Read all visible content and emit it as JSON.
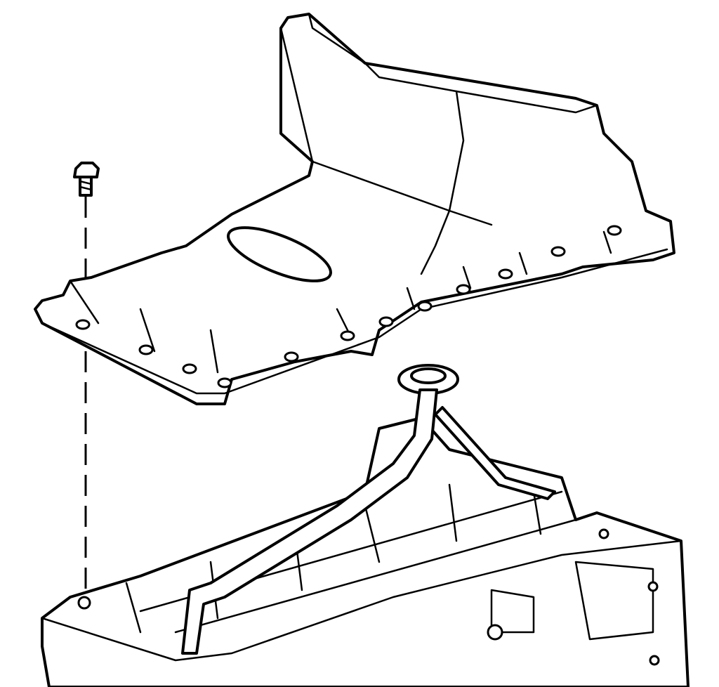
{
  "diagram": {
    "colors": {
      "line": "#000000",
      "background": "#ffffff"
    },
    "parts": [
      "oil-pan",
      "oil-pan-bolt",
      "engine-block",
      "oil-pump-pickup-tube"
    ]
  }
}
